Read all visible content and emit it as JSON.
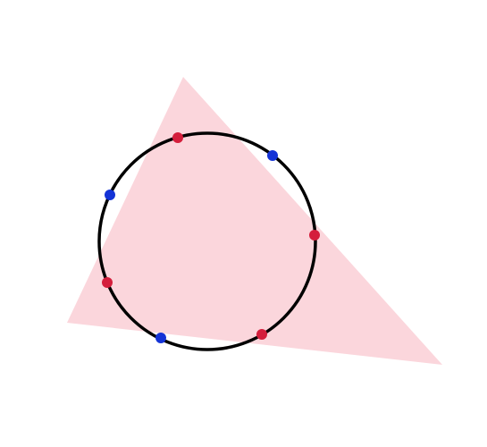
{
  "colors": {
    "background": "#ffffff",
    "triangle_fill": "#fbd6dc",
    "circle_stroke": "#000000",
    "red_point": "#d41e3c",
    "blue_point": "#1433d6"
  },
  "diagram": {
    "shapes": [
      {
        "kind": "triangle",
        "fill": "triangle_fill"
      },
      {
        "kind": "circle",
        "stroke": "circle_stroke"
      }
    ],
    "points": [
      {
        "color": "red_point"
      },
      {
        "color": "blue_point"
      },
      {
        "color": "blue_point"
      },
      {
        "color": "red_point"
      },
      {
        "color": "red_point"
      },
      {
        "color": "blue_point"
      },
      {
        "color": "red_point"
      }
    ]
  }
}
